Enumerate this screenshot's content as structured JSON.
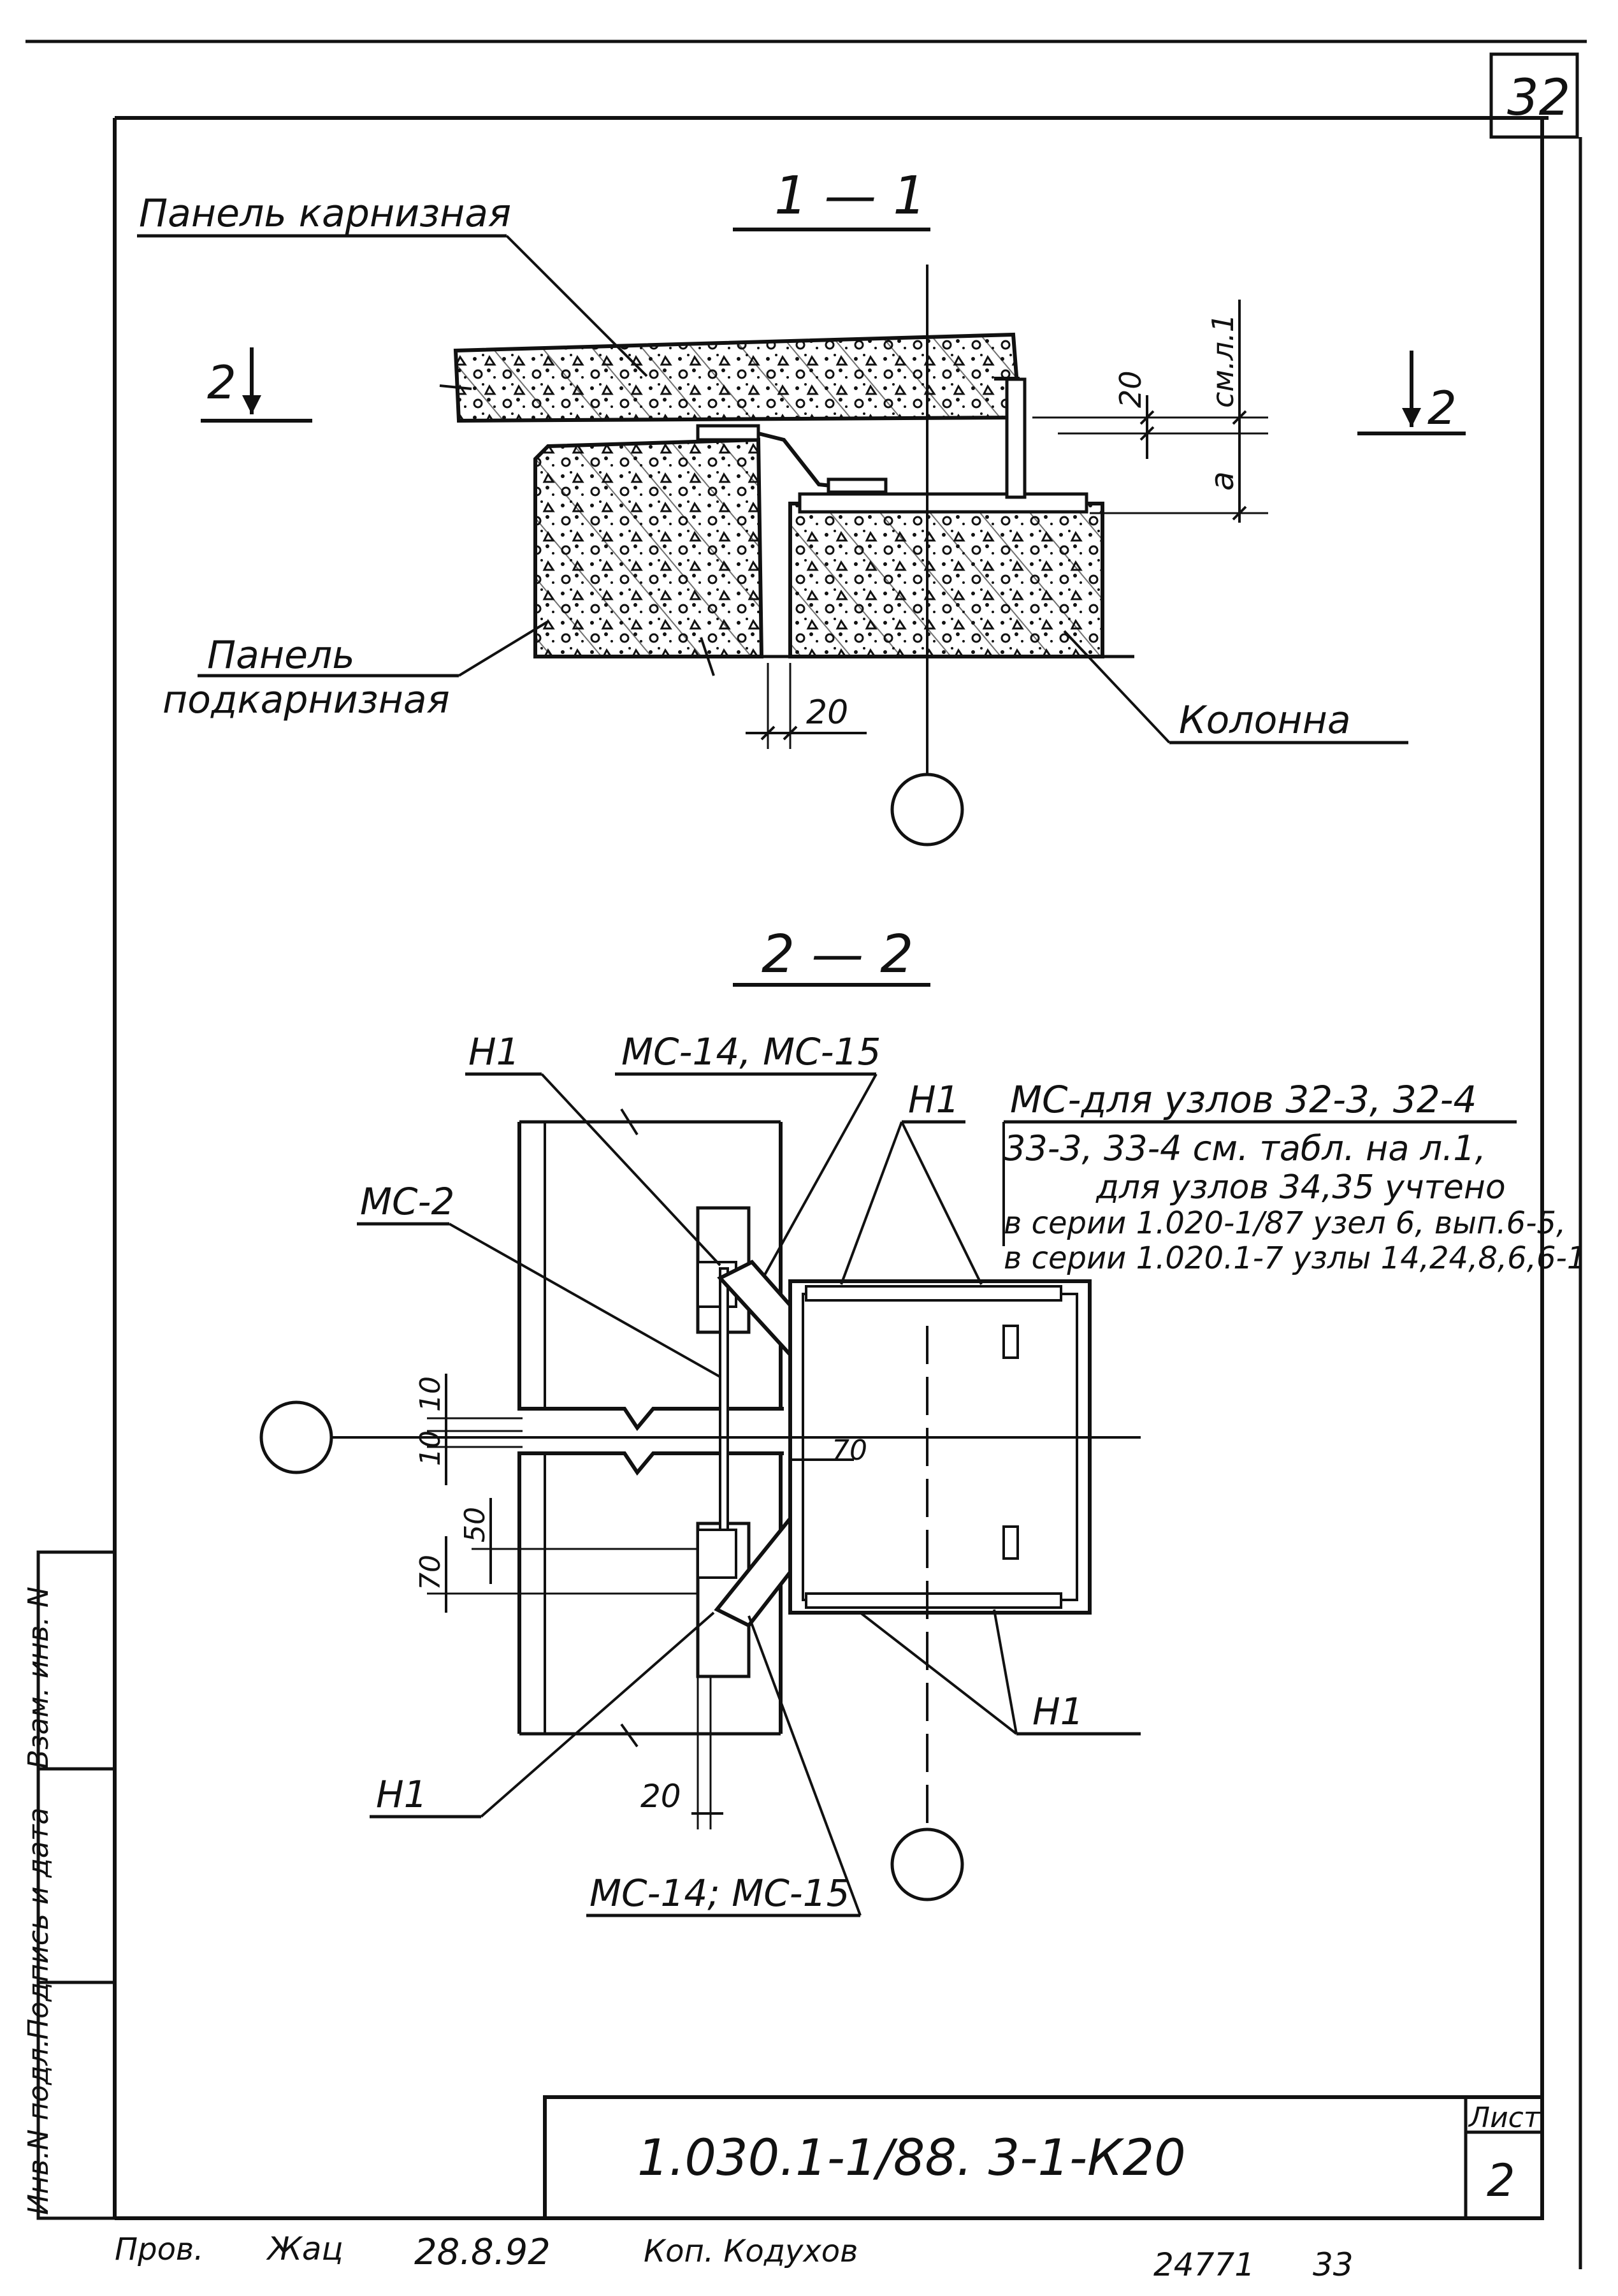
{
  "sheet": {
    "page_corner_number": "32",
    "document_code": "1.030.1-1/88. 3-1-К20",
    "sheet_label": "Лист",
    "sheet_number": "2"
  },
  "section_1_1": {
    "title": "1 — 1",
    "cut_mark": "2",
    "label_cornice_panel": "Панель карнизная",
    "label_subcornice_panel_line1": "Панель",
    "label_subcornice_panel_line2": "подкарнизная",
    "label_column": "Колонна",
    "dim_20_top": "20",
    "dim_see_sheet": "см.л.1",
    "dim_a": "a",
    "dim_20_bottom": "20"
  },
  "section_2_2": {
    "title": "2 — 2",
    "label_h1": "Н1",
    "label_mc14_mc15": "МС-14, МС-15",
    "label_mc14_mc15_bottom": "МС-14; МС-15",
    "label_mc2": "МС-2",
    "note_line1": "МС-для узлов 32-3, 32-4",
    "note_line2": "33-3, 33-4 см. табл. на л.1,",
    "note_line3": "для узлов 34,35 учтено",
    "note_line4": "в серии 1.020-1/87 узел 6, вып.6-5,",
    "note_line5": "в серии 1.020.1-7 узлы 14,24,8,6,6-1",
    "dim_10a": "10",
    "dim_10b": "10",
    "dim_50": "50",
    "dim_70_left": "70",
    "dim_70_right": "70",
    "dim_20": "20"
  },
  "side_stamp": {
    "inv_original": "Инв.N подл.",
    "signature_date": "Подпись и дата",
    "replaced_inv": "Взам. инв. N"
  },
  "footer": {
    "checked_label": "Пров.",
    "checked_name": "Жац",
    "date": "28.8.92",
    "copy_note": "Коп. Кодухов",
    "archive_number": "24771",
    "page_number": "33"
  }
}
